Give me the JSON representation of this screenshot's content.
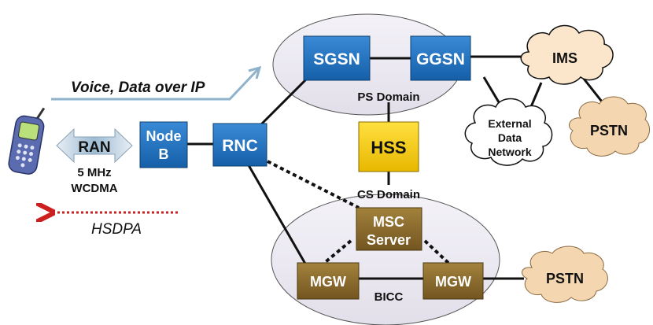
{
  "colors": {
    "node_blue": "#1a6fbf",
    "node_gold": "#f2c400",
    "node_brown": "#8a6a2a",
    "domain_fill": "#eceaf2",
    "cloud_fill": "#f6d8b2",
    "arrow_blue": "#9dbbd3",
    "arrow_red": "#cc1f1f",
    "line": "#111111"
  },
  "diagram": {
    "nodes": {
      "sgsn": "SGSN",
      "ggsn": "GGSN",
      "hss": "HSS",
      "rnc": "RNC",
      "node_b_line1": "Node",
      "node_b_line2": "B",
      "msc_line1": "MSC",
      "msc_line2": "Server",
      "mgw_left": "MGW",
      "mgw_right": "MGW"
    },
    "clouds": {
      "ims": "IMS",
      "pstn_top": "PSTN",
      "pstn_bottom": "PSTN",
      "ext_line1": "External",
      "ext_line2": "Data",
      "ext_line3": "Network"
    },
    "domains": {
      "ps": "PS Domain",
      "cs": "CS Domain"
    },
    "labels": {
      "voice": "Voice, Data over IP",
      "ran": "RAN",
      "mhz": "5 MHz",
      "wcdma": "WCDMA",
      "hsdpa": "HSDPA",
      "bicc": "BICC"
    },
    "icons": [
      "mobile-phone-icon",
      "cloud-icon"
    ]
  }
}
